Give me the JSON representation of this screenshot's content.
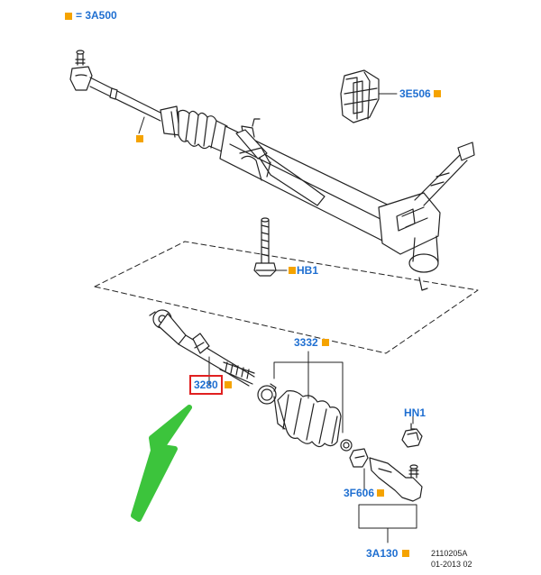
{
  "legend": {
    "text": "= 3A500"
  },
  "parts": {
    "p3E506": "3E506",
    "pHB1": "HB1",
    "p3332": "3332",
    "p3280": "3280",
    "pHN1": "HN1",
    "p3F606": "3F606",
    "p3A130": "3A130"
  },
  "reference": {
    "code": "2110205A",
    "date": "01-2013 02"
  },
  "colors": {
    "part_number": "#1f6fd1",
    "marker": "#f5a300",
    "highlight": "#e02020",
    "arrow": "#3cc43c",
    "line": "#222222"
  }
}
